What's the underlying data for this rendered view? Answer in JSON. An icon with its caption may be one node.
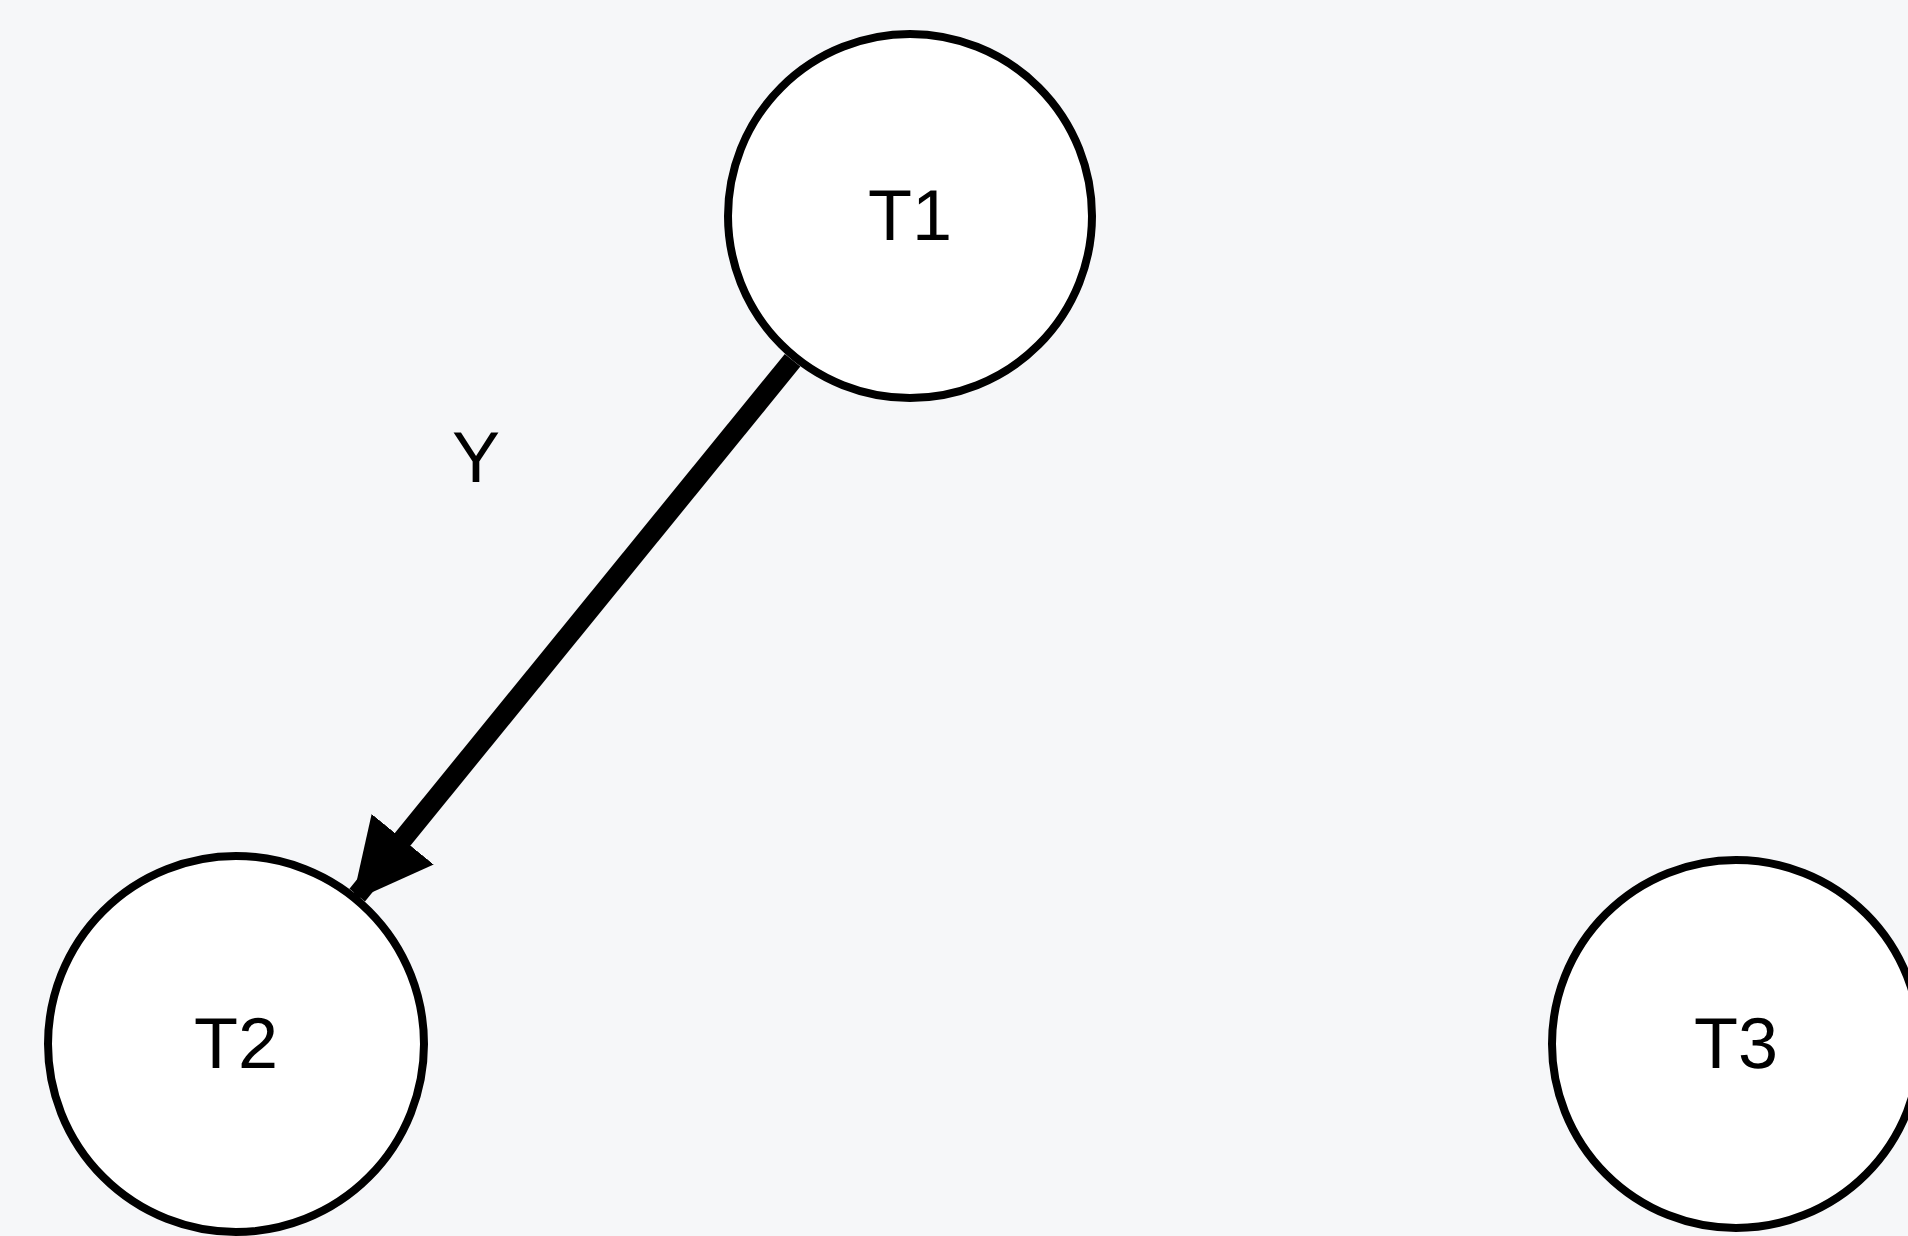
{
  "diagram": {
    "nodes": [
      {
        "text": [
          "T1"
        ]
      },
      {
        "text": [
          "T2"
        ]
      },
      {
        "text": [
          "T3"
        ]
      }
    ],
    "edges": [
      {
        "from": 0,
        "to": 1,
        "arrow": "to",
        "label": "Y"
      }
    ]
  }
}
